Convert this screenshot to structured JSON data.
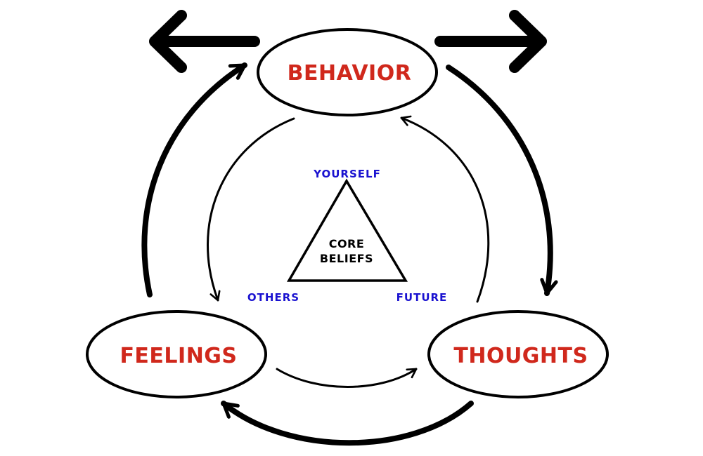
{
  "colors": {
    "node_text": "#d0281c",
    "vertex_text": "#1a12d0",
    "core_text": "#000000",
    "stroke": "#000000",
    "background": "#ffffff"
  },
  "nodes": {
    "behavior": "BEHAVIOR",
    "feelings": "FEELINGS",
    "thoughts": "THOUGHTS"
  },
  "core": {
    "line1": "CORE",
    "line2": "BELIEFS"
  },
  "vertices": {
    "top": "YOURSELF",
    "left": "OTHERS",
    "right": "FUTURE"
  }
}
